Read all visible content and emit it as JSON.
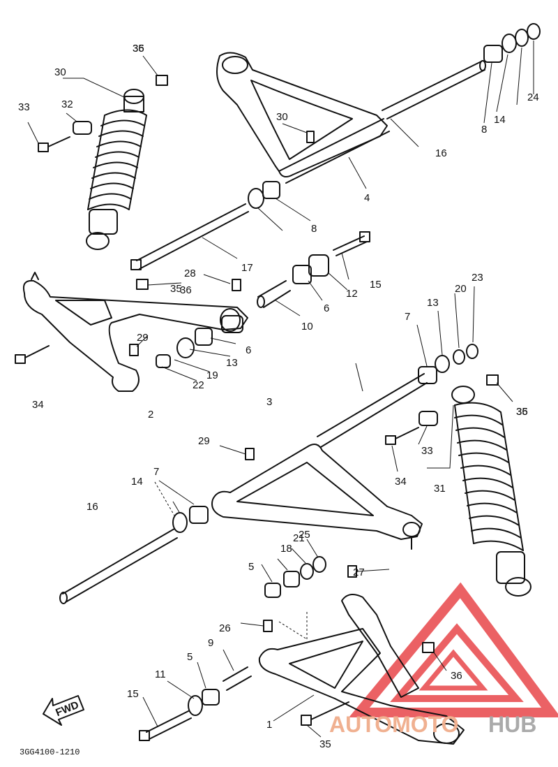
{
  "diagram": {
    "drawing_code": "3GG4100-1210",
    "fwd_label": "FWD",
    "watermark": {
      "word_part_1": "AUTOMOTO",
      "word_part_2": "HUB",
      "color_1": "#f0b090",
      "color_2": "#aaaaaa",
      "logo_color": "#e8464a"
    },
    "callouts": [
      "1",
      "2",
      "3",
      "4",
      "5",
      "5",
      "6",
      "6",
      "7",
      "7",
      "8",
      "8",
      "9",
      "10",
      "11",
      "12",
      "13",
      "13",
      "14",
      "14",
      "15",
      "15",
      "16",
      "16",
      "17",
      "18",
      "19",
      "20",
      "21",
      "22",
      "23",
      "24",
      "25",
      "26",
      "27",
      "28",
      "29",
      "29",
      "30",
      "30",
      "31",
      "32",
      "33",
      "33",
      "34",
      "34",
      "35",
      "35",
      "35",
      "35",
      "36",
      "36",
      "36",
      "36"
    ]
  }
}
